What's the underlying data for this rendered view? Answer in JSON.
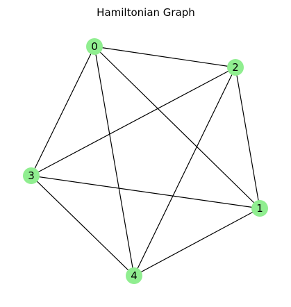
{
  "title": "Hamiltonian Graph",
  "colors": {
    "node_fill": "#90ee90",
    "edge": "#000000",
    "background": "#ffffff"
  },
  "nodes": [
    {
      "id": "0",
      "label": "0"
    },
    {
      "id": "1",
      "label": "1"
    },
    {
      "id": "2",
      "label": "2"
    },
    {
      "id": "3",
      "label": "3"
    },
    {
      "id": "4",
      "label": "4"
    }
  ],
  "edges": [
    [
      "0",
      "2"
    ],
    [
      "0",
      "3"
    ],
    [
      "0",
      "4"
    ],
    [
      "0",
      "1"
    ],
    [
      "2",
      "1"
    ],
    [
      "2",
      "3"
    ],
    [
      "2",
      "4"
    ],
    [
      "3",
      "1"
    ],
    [
      "3",
      "4"
    ],
    [
      "4",
      "1"
    ]
  ]
}
